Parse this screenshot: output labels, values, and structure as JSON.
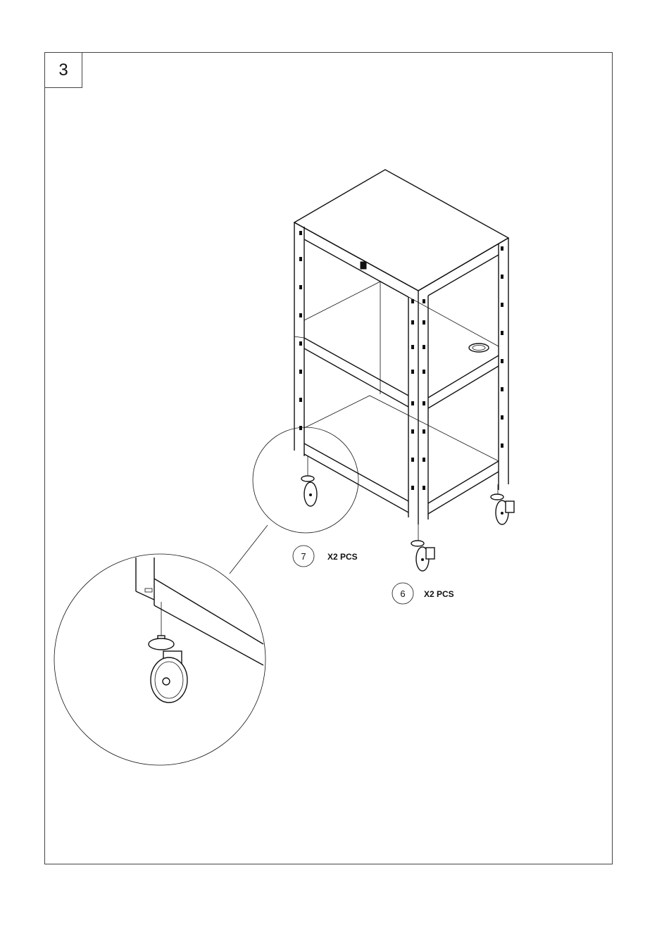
{
  "step": {
    "number": "3"
  },
  "callouts": [
    {
      "part_number": "7",
      "quantity": "X2 PCS"
    },
    {
      "part_number": "6",
      "quantity": "X2 PCS"
    }
  ],
  "colors": {
    "line": "#111111",
    "background": "#ffffff",
    "frame": "#444444"
  },
  "icons": [
    "cart-illustration",
    "caster-wheel-icon",
    "brake-caster-icon",
    "detail-magnifier"
  ]
}
